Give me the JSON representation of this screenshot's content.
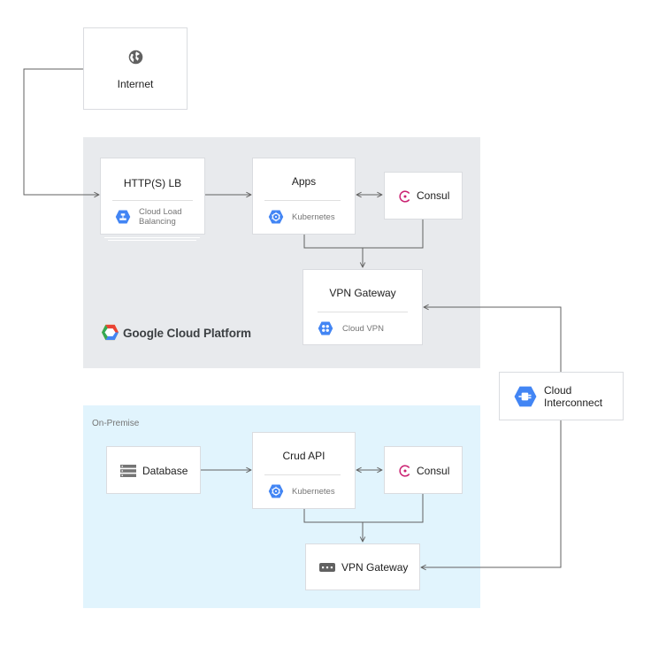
{
  "internet": {
    "label": "Internet",
    "icon": "globe-icon"
  },
  "gcp": {
    "brand_label": "Google Cloud Platform",
    "http_lb": {
      "title": "HTTP(S) LB",
      "service": "Cloud Load\nBalancing",
      "service_line1": "Cloud Load",
      "service_line2": "Balancing",
      "icon": "load-balancing-icon"
    },
    "apps": {
      "title": "Apps",
      "service": "Kubernetes",
      "icon": "kubernetes-icon"
    },
    "consul": {
      "label": "Consul",
      "icon": "consul-icon"
    },
    "vpn_gateway": {
      "title": "VPN Gateway",
      "service": "Cloud VPN",
      "icon": "cloud-vpn-icon"
    }
  },
  "interconnect": {
    "label_line1": "Cloud",
    "label_line2": "Interconnect",
    "icon": "interconnect-icon"
  },
  "onprem": {
    "region_label": "On-Premise",
    "database": {
      "label": "Database",
      "icon": "database-icon"
    },
    "crud_api": {
      "title": "Crud API",
      "service": "Kubernetes",
      "icon": "kubernetes-icon"
    },
    "consul": {
      "label": "Consul",
      "icon": "consul-icon"
    },
    "vpn_gateway": {
      "label": "VPN Gateway",
      "icon": "vpn-device-icon"
    }
  },
  "colors": {
    "gcp_bg": "#e8eaed",
    "onprem_bg": "#e1f4fd",
    "google_blue": "#4285f4",
    "consul_pink": "#ca2171",
    "line": "#616161"
  }
}
